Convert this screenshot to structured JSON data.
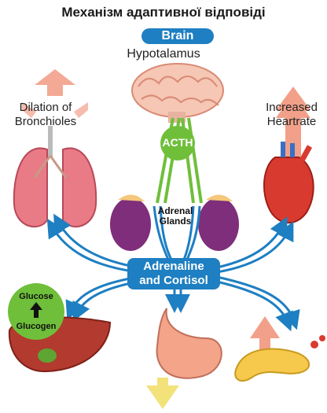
{
  "title": "Механізм адаптивної відповіді",
  "brain_label": "Brain",
  "hypothalamus_label": "Hypotalamus",
  "acth_label": "ACTH",
  "adrenal_label_1": "Adrenal",
  "adrenal_label_2": "Glands",
  "hormone_label_1": "Adrenaline",
  "hormone_label_2": "and Cortisol",
  "bronchioles_label_1": "Dilation of",
  "bronchioles_label_2": "Bronchioles",
  "heart_label_1": "Increased",
  "heart_label_2": "Heartrate",
  "glucose_label": "Glucose",
  "glucogen_label": "Glucogen",
  "colors": {
    "blue": "#1e7fc2",
    "green": "#6fbf3a",
    "arrow_up": "#f2a089",
    "arrow_down": "#f3e27a"
  },
  "icons": [
    "brain-icon",
    "lungs-icon",
    "heart-icon",
    "adrenal-gland-icon",
    "liver-icon",
    "stomach-icon",
    "pancreas-icon"
  ]
}
